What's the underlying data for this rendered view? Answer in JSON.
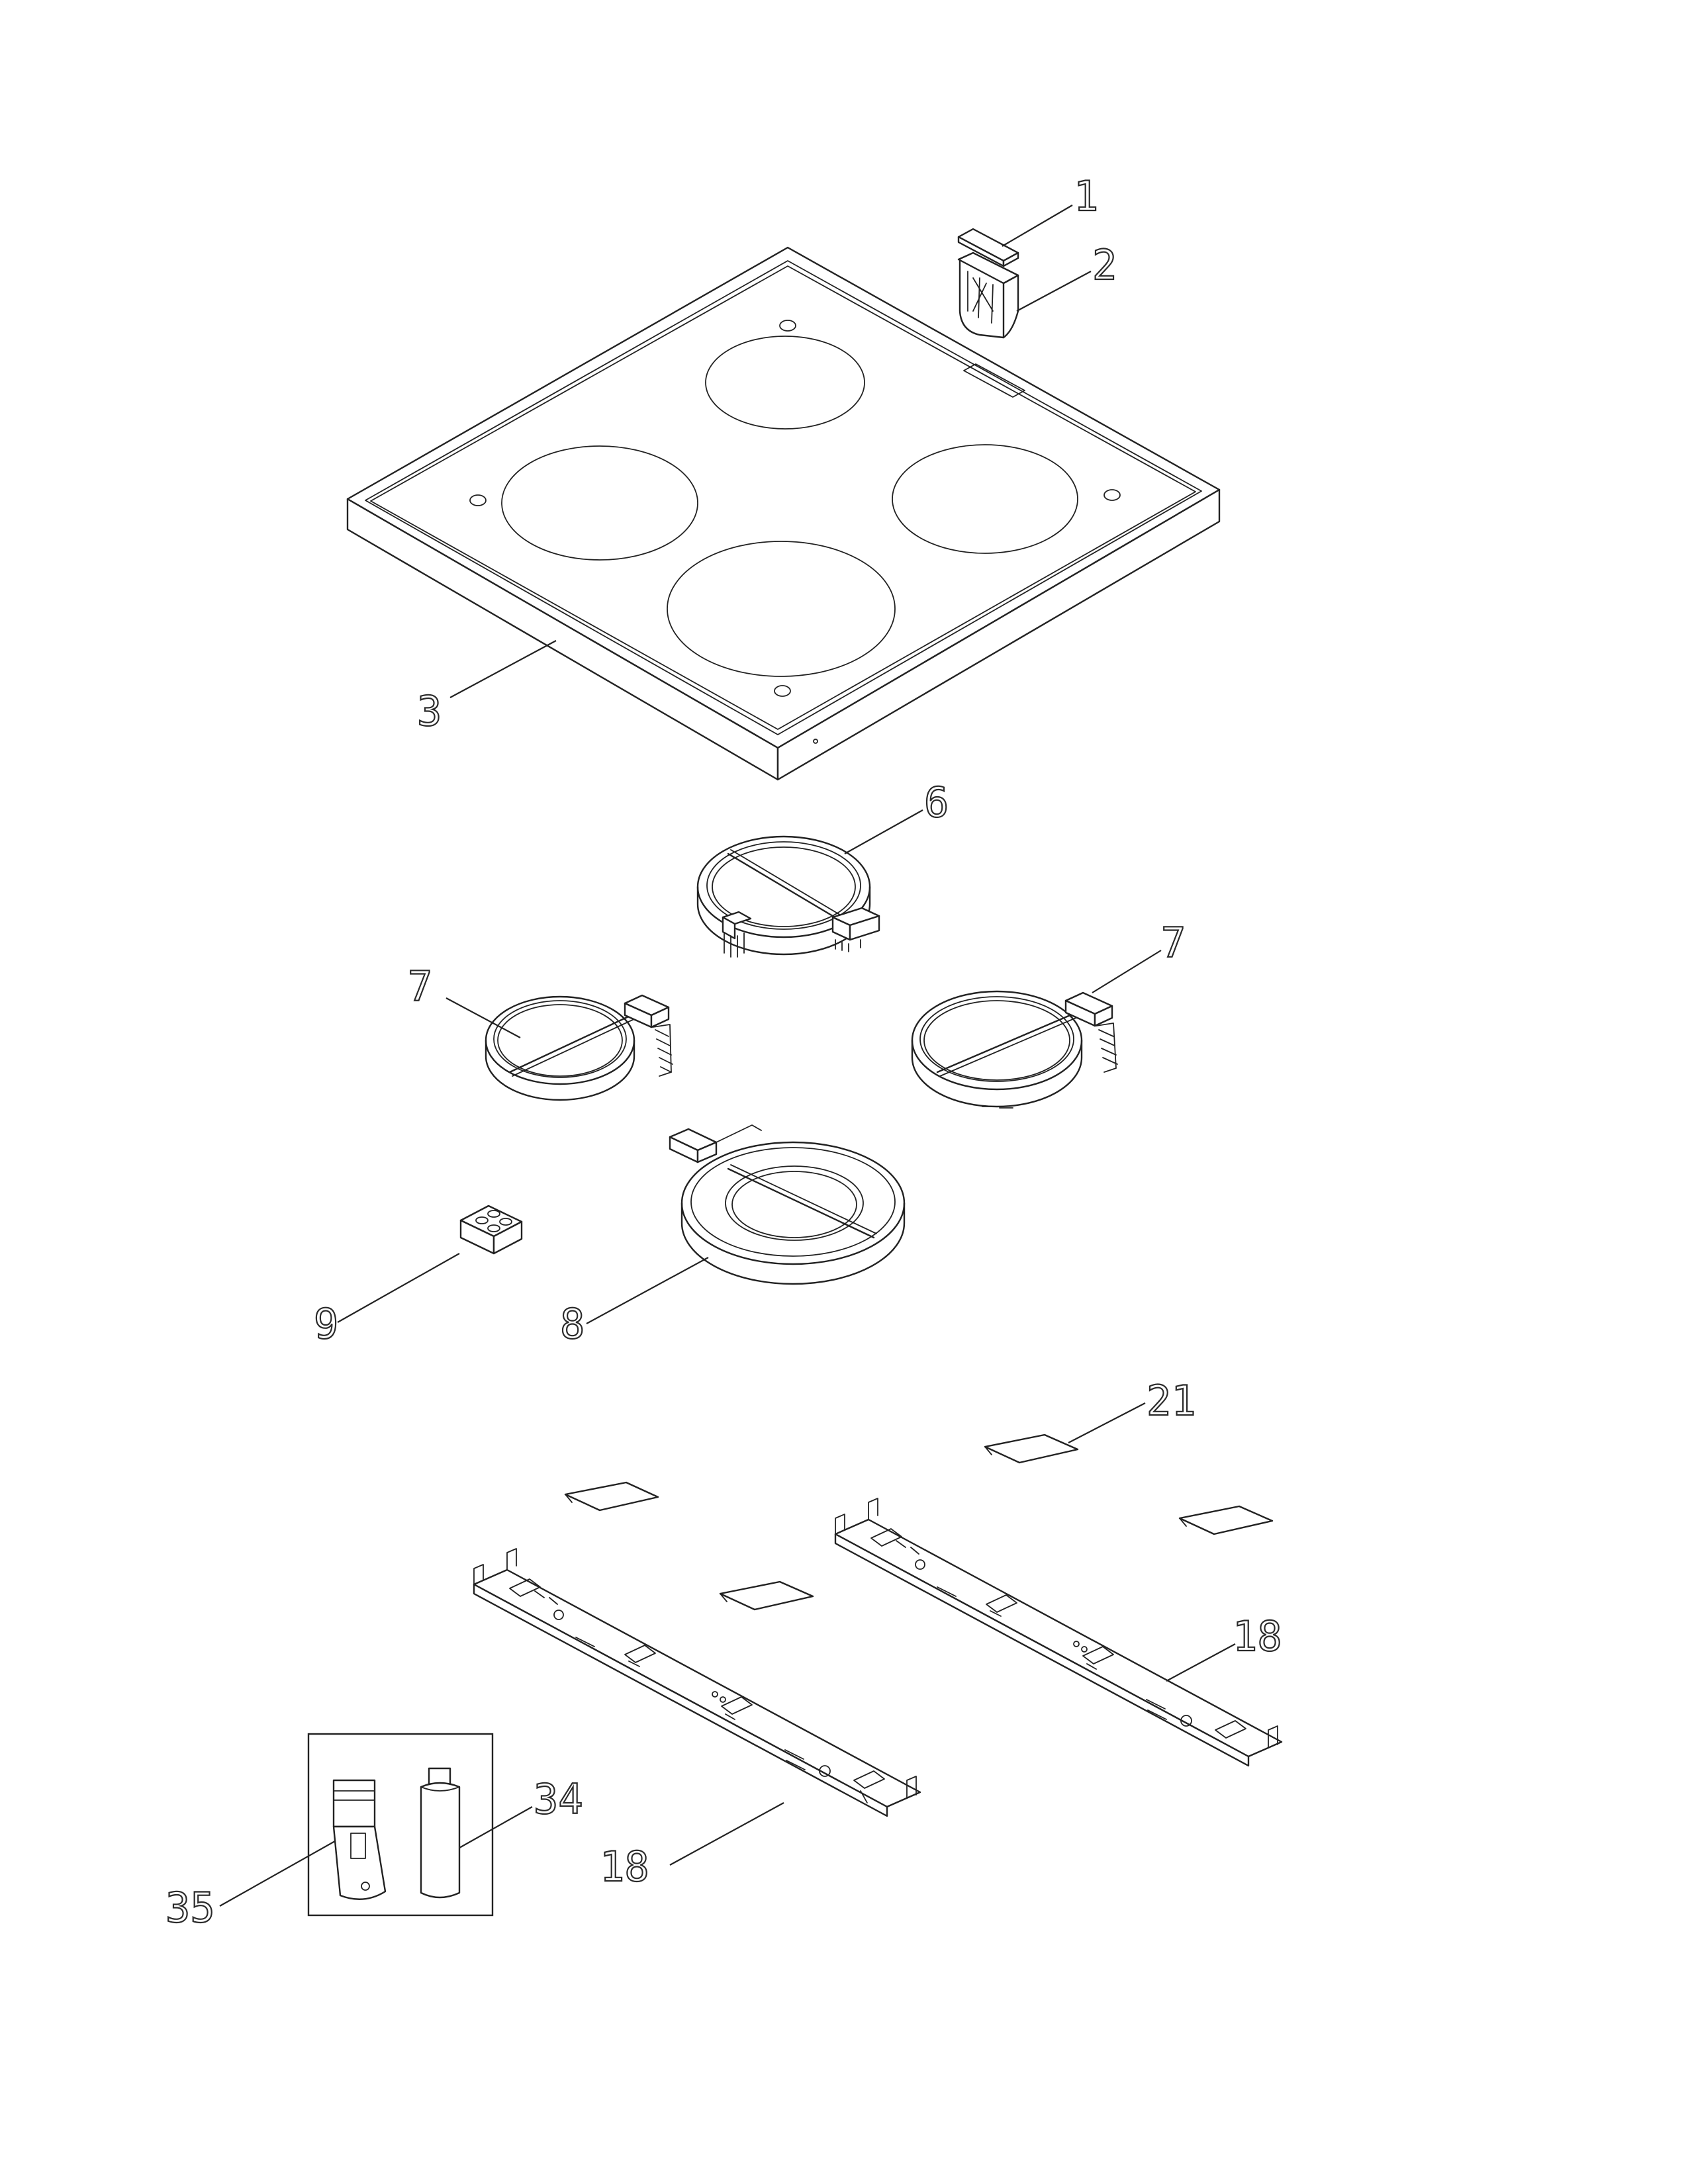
{
  "callouts": {
    "c1": "1",
    "c2": "2",
    "c3": "3",
    "c6": "6",
    "c7_left": "7",
    "c7_right": "7",
    "c8": "8",
    "c9": "9",
    "c21": "21",
    "c18_right": "18",
    "c18_left": "18",
    "c34": "34",
    "c35": "35"
  },
  "colors": {
    "line": "#222222",
    "background": "#ffffff"
  }
}
